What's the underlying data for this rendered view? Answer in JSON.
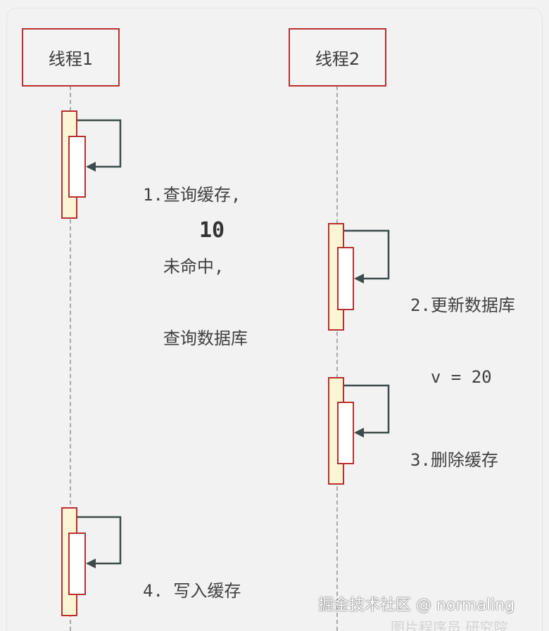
{
  "participants": [
    {
      "name": "线程1"
    },
    {
      "name": "线程2"
    }
  ],
  "steps": [
    {
      "lines": [
        "1.查询缓存,",
        "  未命中,",
        "  查询数据库"
      ],
      "value": "10"
    },
    {
      "lines": [
        "2.更新数据库",
        "  v = 20"
      ]
    },
    {
      "lines": [
        "3.删除缓存"
      ]
    },
    {
      "lines": [
        "4. 写入缓存"
      ]
    }
  ],
  "watermark": {
    "text": "掘金技术社区 @ normaling",
    "faint_text": "图片程序员 研究院"
  },
  "colors": {
    "border": "#b82f2f",
    "activation_fill": "#fbf5d4",
    "arrow": "#3d4a4a",
    "lifeline": "#a9a9a9"
  }
}
